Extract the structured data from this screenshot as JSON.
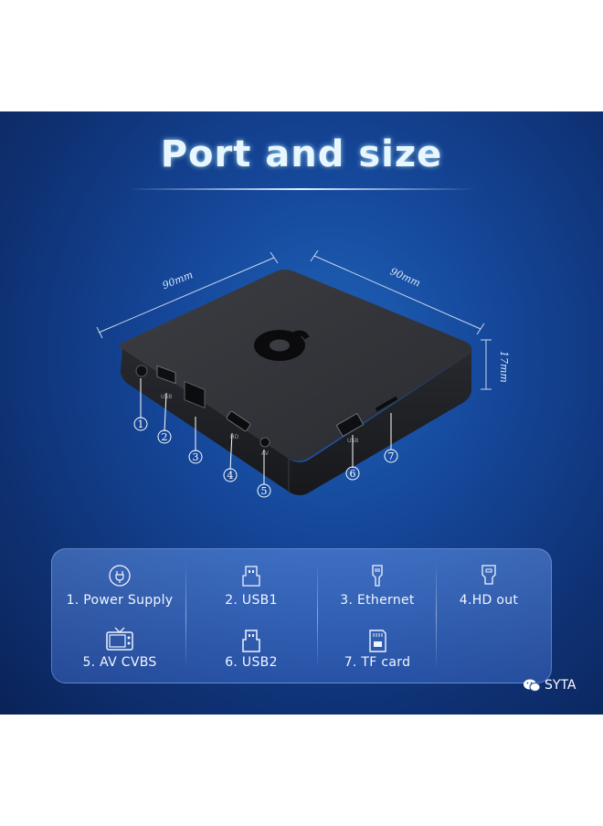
{
  "title": "Port and size",
  "dimensions": {
    "width": "90mm",
    "depth": "90mm",
    "height": "17mm"
  },
  "markers": [
    "1",
    "2",
    "3",
    "4",
    "5",
    "6",
    "7"
  ],
  "port_labels": [
    "USB",
    "HD",
    "AV",
    "USB"
  ],
  "ports": [
    {
      "label": "1. Power  Supply",
      "icon": "power-plug-icon"
    },
    {
      "label": "2. USB1",
      "icon": "usb-icon"
    },
    {
      "label": "3. Ethernet",
      "icon": "ethernet-icon"
    },
    {
      "label": "4.HD  out",
      "icon": "hdmi-icon"
    },
    {
      "label": "5. AV  CVBS",
      "icon": "tv-icon"
    },
    {
      "label": "6. USB2",
      "icon": "usb-icon"
    },
    {
      "label": "7. TF  card",
      "icon": "sd-card-icon"
    }
  ],
  "brand": "SYTA"
}
